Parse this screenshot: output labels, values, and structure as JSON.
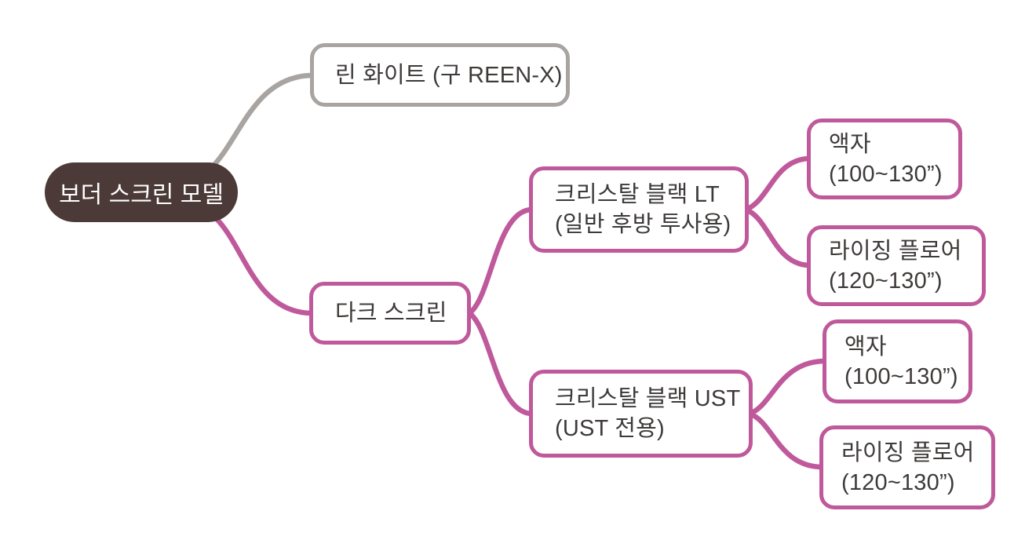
{
  "diagram": {
    "title": "보더 스크린 모델 mind map",
    "root": {
      "label": "보더 스크린 모델"
    },
    "nodes": {
      "lean_white": {
        "label": "린 화이트 (구 REEN-X)"
      },
      "dark_screen": {
        "label": "다크 스크린"
      },
      "crystal_lt": {
        "label": "크리스탈 블랙 LT",
        "sub": "(일반 후방 투사용)"
      },
      "crystal_ust": {
        "label": "크리스탈 블랙 UST",
        "sub": "(UST 전용)"
      },
      "lt_frame": {
        "label": "액자",
        "sub": "(100~130”)"
      },
      "lt_rising": {
        "label": "라이징 플로어",
        "sub": "(120~130”)"
      },
      "ust_frame": {
        "label": "액자",
        "sub": "(100~130”)"
      },
      "ust_rising": {
        "label": "라이징 플로어",
        "sub": "(120~130”)"
      }
    },
    "edges": [
      {
        "from": "root",
        "to": "lean_white",
        "color_name": "gray"
      },
      {
        "from": "root",
        "to": "dark_screen",
        "color_name": "pink"
      },
      {
        "from": "dark_screen",
        "to": "crystal_lt",
        "color_name": "pink"
      },
      {
        "from": "dark_screen",
        "to": "crystal_ust",
        "color_name": "pink"
      },
      {
        "from": "crystal_lt",
        "to": "lt_frame",
        "color_name": "pink"
      },
      {
        "from": "crystal_lt",
        "to": "lt_rising",
        "color_name": "pink"
      },
      {
        "from": "crystal_ust",
        "to": "ust_frame",
        "color_name": "pink"
      },
      {
        "from": "crystal_ust",
        "to": "ust_rising",
        "color_name": "pink"
      }
    ],
    "colors": {
      "branch_pink": "#bf599b",
      "branch_gray": "#a7a4a2",
      "root_fill": "#4b3a37",
      "root_text": "#ffffff",
      "node_text": "#3d3a39",
      "background": "#ffffff"
    }
  }
}
